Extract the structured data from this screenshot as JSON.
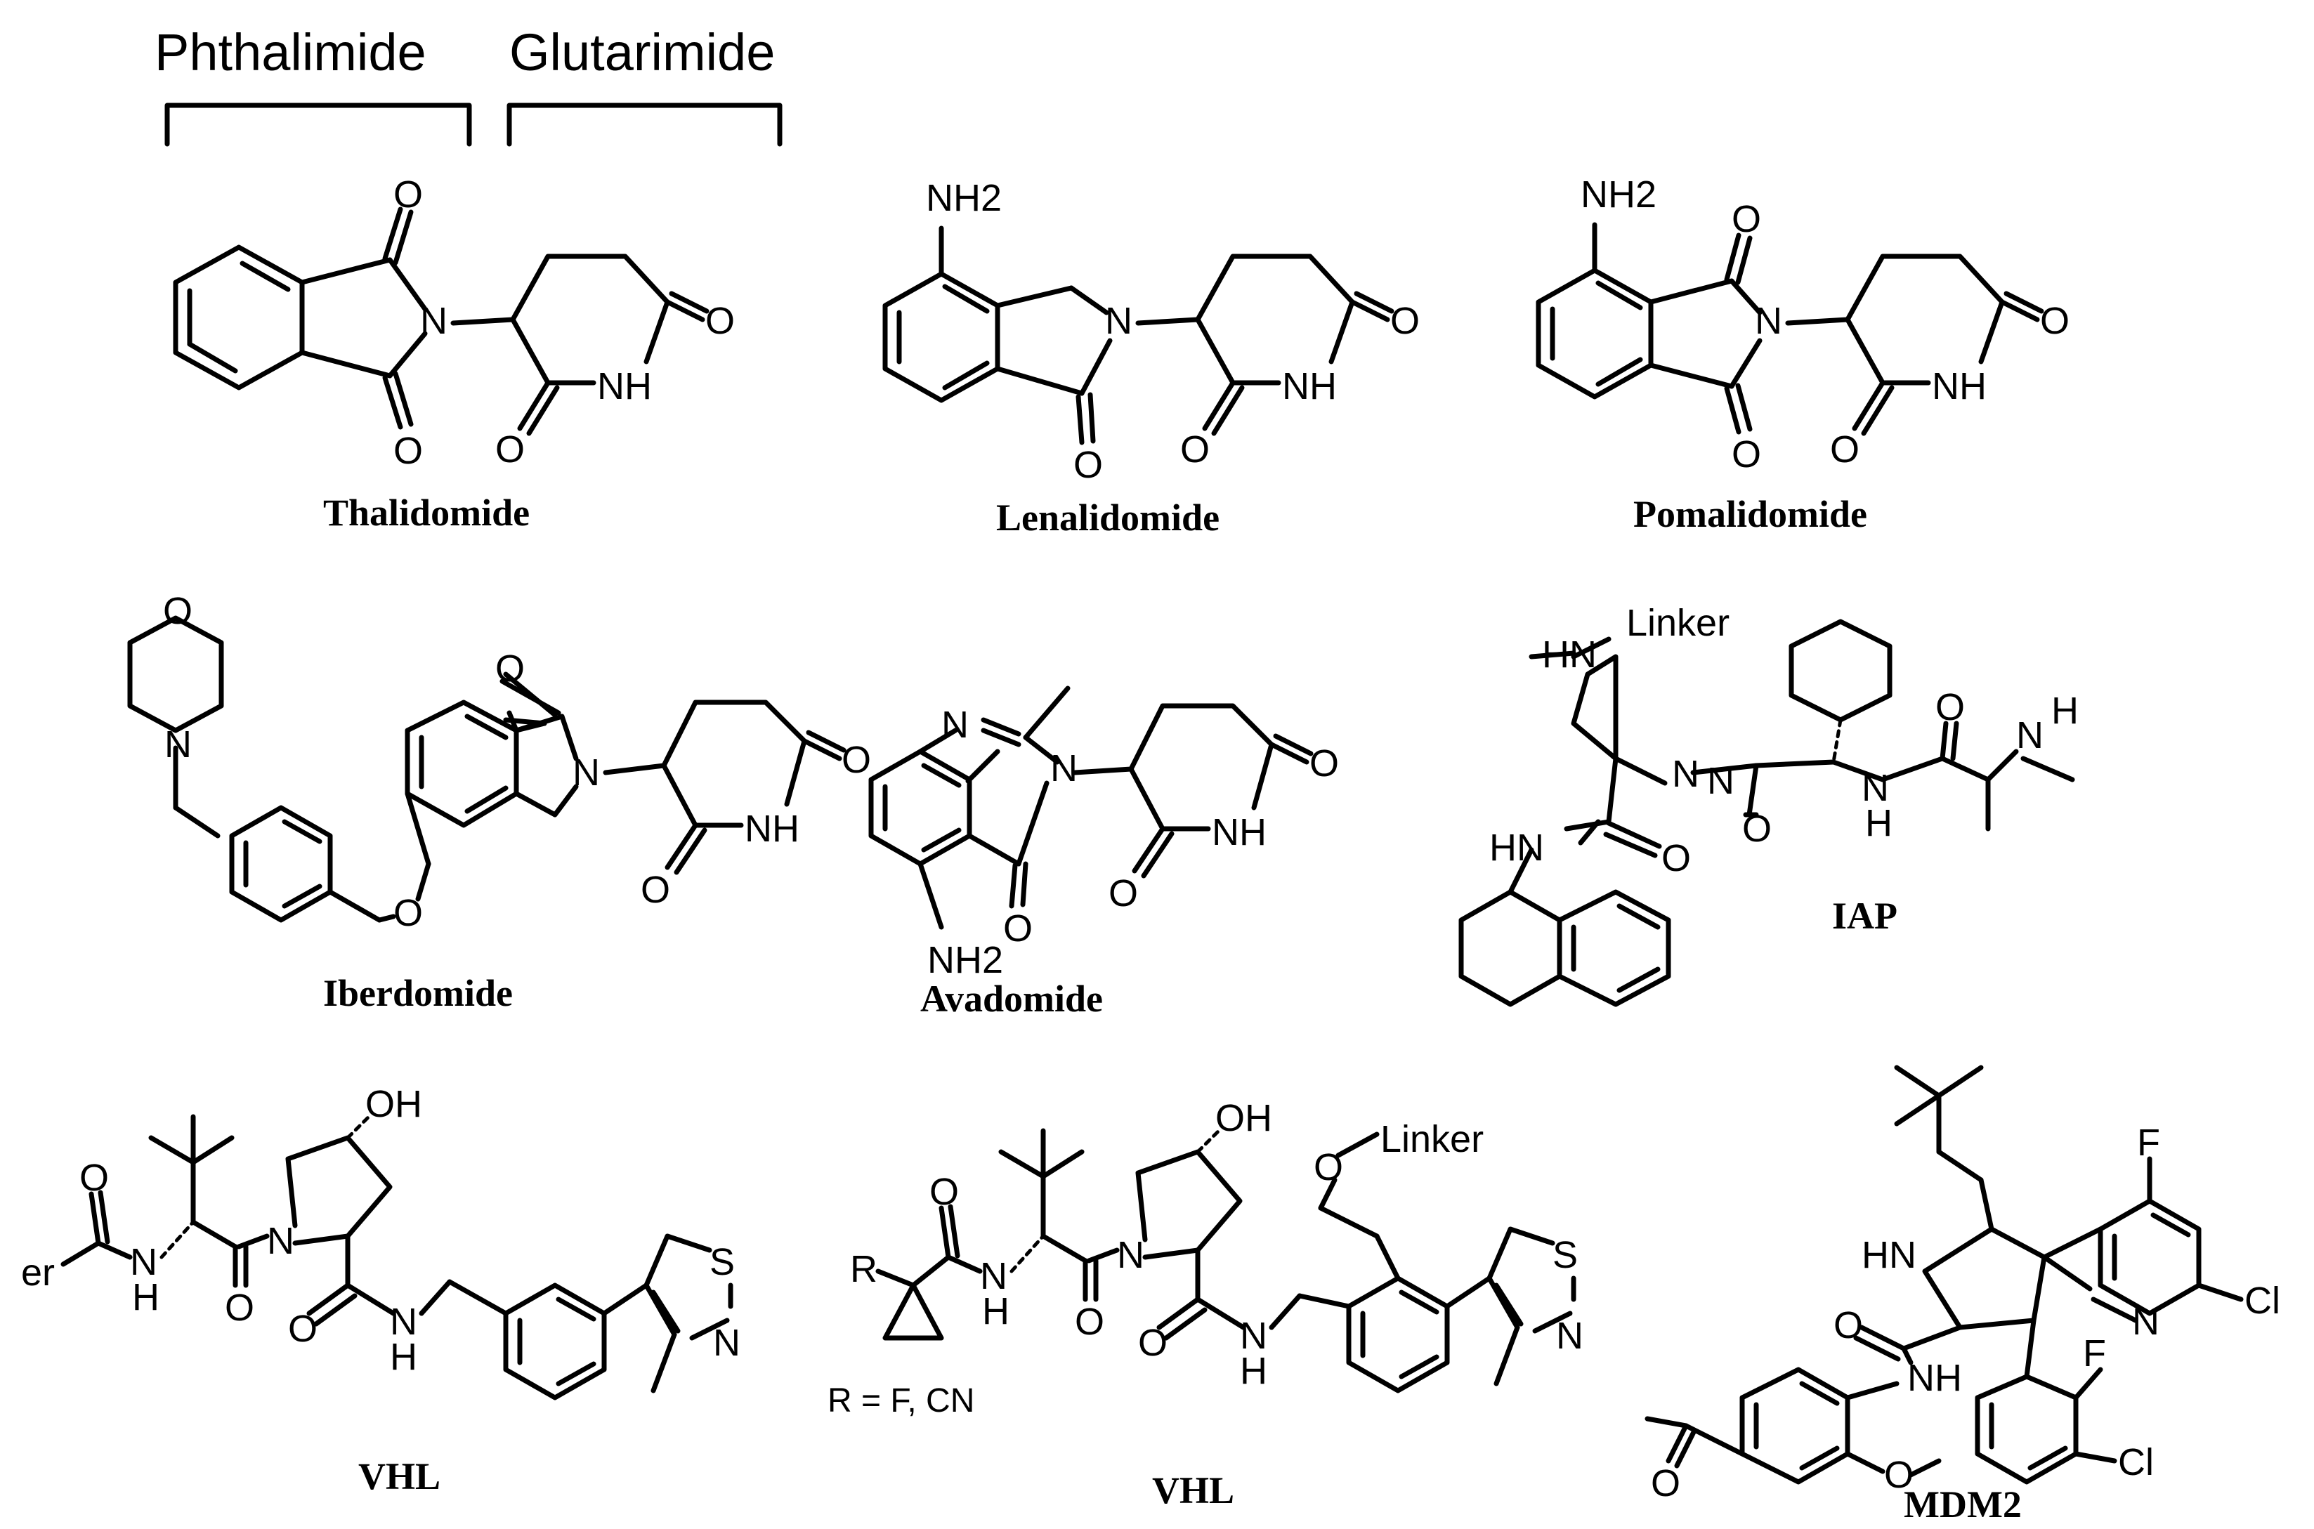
{
  "headers": {
    "phthalimide": "Phthalimide",
    "glutarimide": "Glutarimide"
  },
  "labels": {
    "thalidomide": "Thalidomide",
    "lenalidomide": "Lenalidomide",
    "pomalidomide": "Pomalidomide",
    "iberdomide": "Iberdomide",
    "avadomide": "Avadomide",
    "iap": "IAP",
    "vhl1": "VHL",
    "vhl2": "VHL",
    "mdm2": "MDM2"
  },
  "atoms": {
    "O": "O",
    "N": "N",
    "NH": "NH",
    "HN": "HN",
    "H": "H",
    "NH2": "NH2",
    "OH": "OH",
    "S": "S",
    "F": "F",
    "Cl": "Cl",
    "Linker": "Linker",
    "er": "er",
    "R": "R"
  },
  "annotations": {
    "r_def": "R = F, CN"
  }
}
